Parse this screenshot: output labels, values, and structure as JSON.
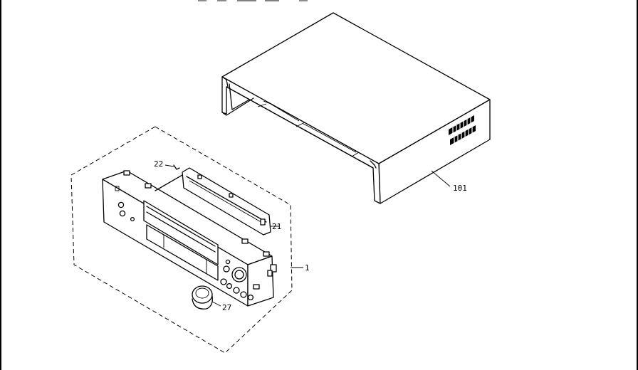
{
  "labels": {
    "cabinet": "101",
    "front_panel": "1",
    "bracket": "21",
    "screw": "22",
    "knob": "27"
  }
}
